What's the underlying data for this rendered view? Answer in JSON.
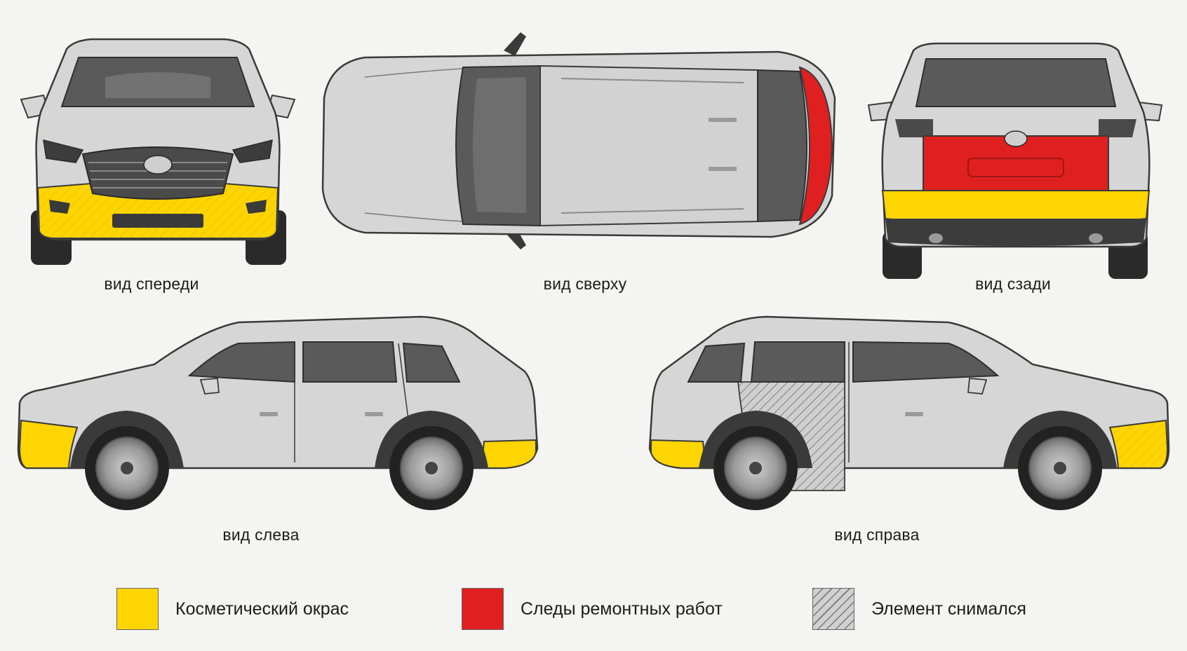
{
  "views": {
    "front": "вид спереди",
    "top": "вид сверху",
    "rear": "вид сзади",
    "left": "вид слева",
    "right": "вид справа"
  },
  "legend": [
    {
      "label": "Косметический окрас",
      "color": "#ffd500",
      "pattern": "solid"
    },
    {
      "label": "Следы ремонтных работ",
      "color": "#e02020",
      "pattern": "solid"
    },
    {
      "label": "Элемент снимался",
      "color": "#c8c8c8",
      "pattern": "hatch"
    }
  ],
  "colors": {
    "body": "#d6d6d6",
    "outline": "#3a3a3a",
    "glass": "#5a5a5a",
    "cosmetic_paint": "#ffd500",
    "repair_traces": "#e02020",
    "removed_element": "#c8c8c8"
  }
}
